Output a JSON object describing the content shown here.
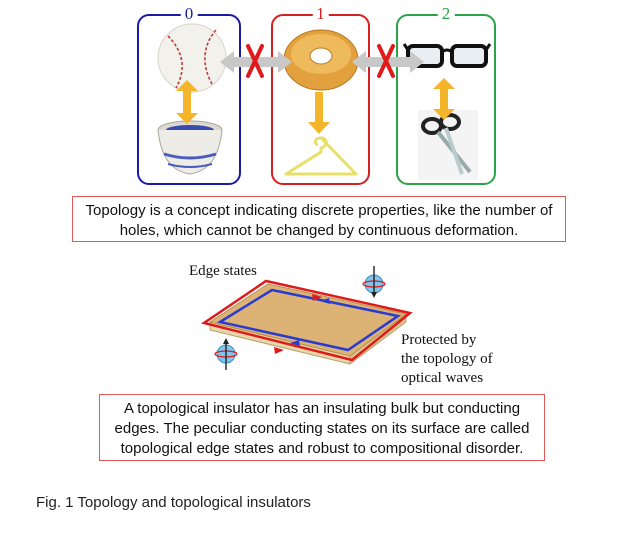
{
  "groups": [
    {
      "label": "0",
      "color": "#1a1aa8",
      "top_object": "baseball",
      "bottom_object": "teacup"
    },
    {
      "label": "1",
      "color": "#d42020",
      "top_object": "donut",
      "bottom_object": "hanger"
    },
    {
      "label": "2",
      "color": "#2aa44a",
      "top_object": "eyeglasses",
      "bottom_object": "scissors"
    }
  ],
  "topology_caption": "Topology is a concept indicating discrete properties, like the number of holes, which cannot  be changed by continuous deformation.",
  "edge_states_label": "Edge states",
  "protected_label_lines": [
    "Protected by",
    "the topology of",
    "optical waves"
  ],
  "insulator_caption": "A topological insulator has an insulating bulk but conducting edges.  The peculiar conducting states on its surface are called topological edge states and robust to compositional disorder.",
  "figure_caption": "Fig. 1 Topology and topological insulators",
  "colors": {
    "arrow_yellow": "#f5b52a",
    "arrow_gray": "#c8c8c8",
    "cross_red": "#e01a1a",
    "caption_border": "#e05a5a"
  }
}
